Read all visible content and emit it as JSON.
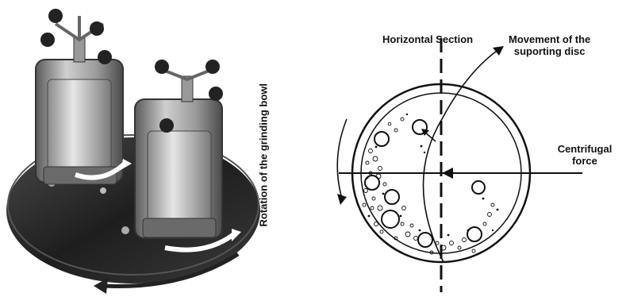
{
  "labels": {
    "horizontal_section": "Horizontal Section",
    "movement_line1": "Movement of the",
    "movement_line2": "suporting disc",
    "centrifugal_line1": "Centrifugal",
    "centrifugal_line2": "force",
    "rotation_bowl": "Rotation of the grinding bowl"
  },
  "colors": {
    "ink": "#111111",
    "disc": "#2b2b2b",
    "frame": "#8c8c8c",
    "bowl": "#bdbdbd"
  }
}
